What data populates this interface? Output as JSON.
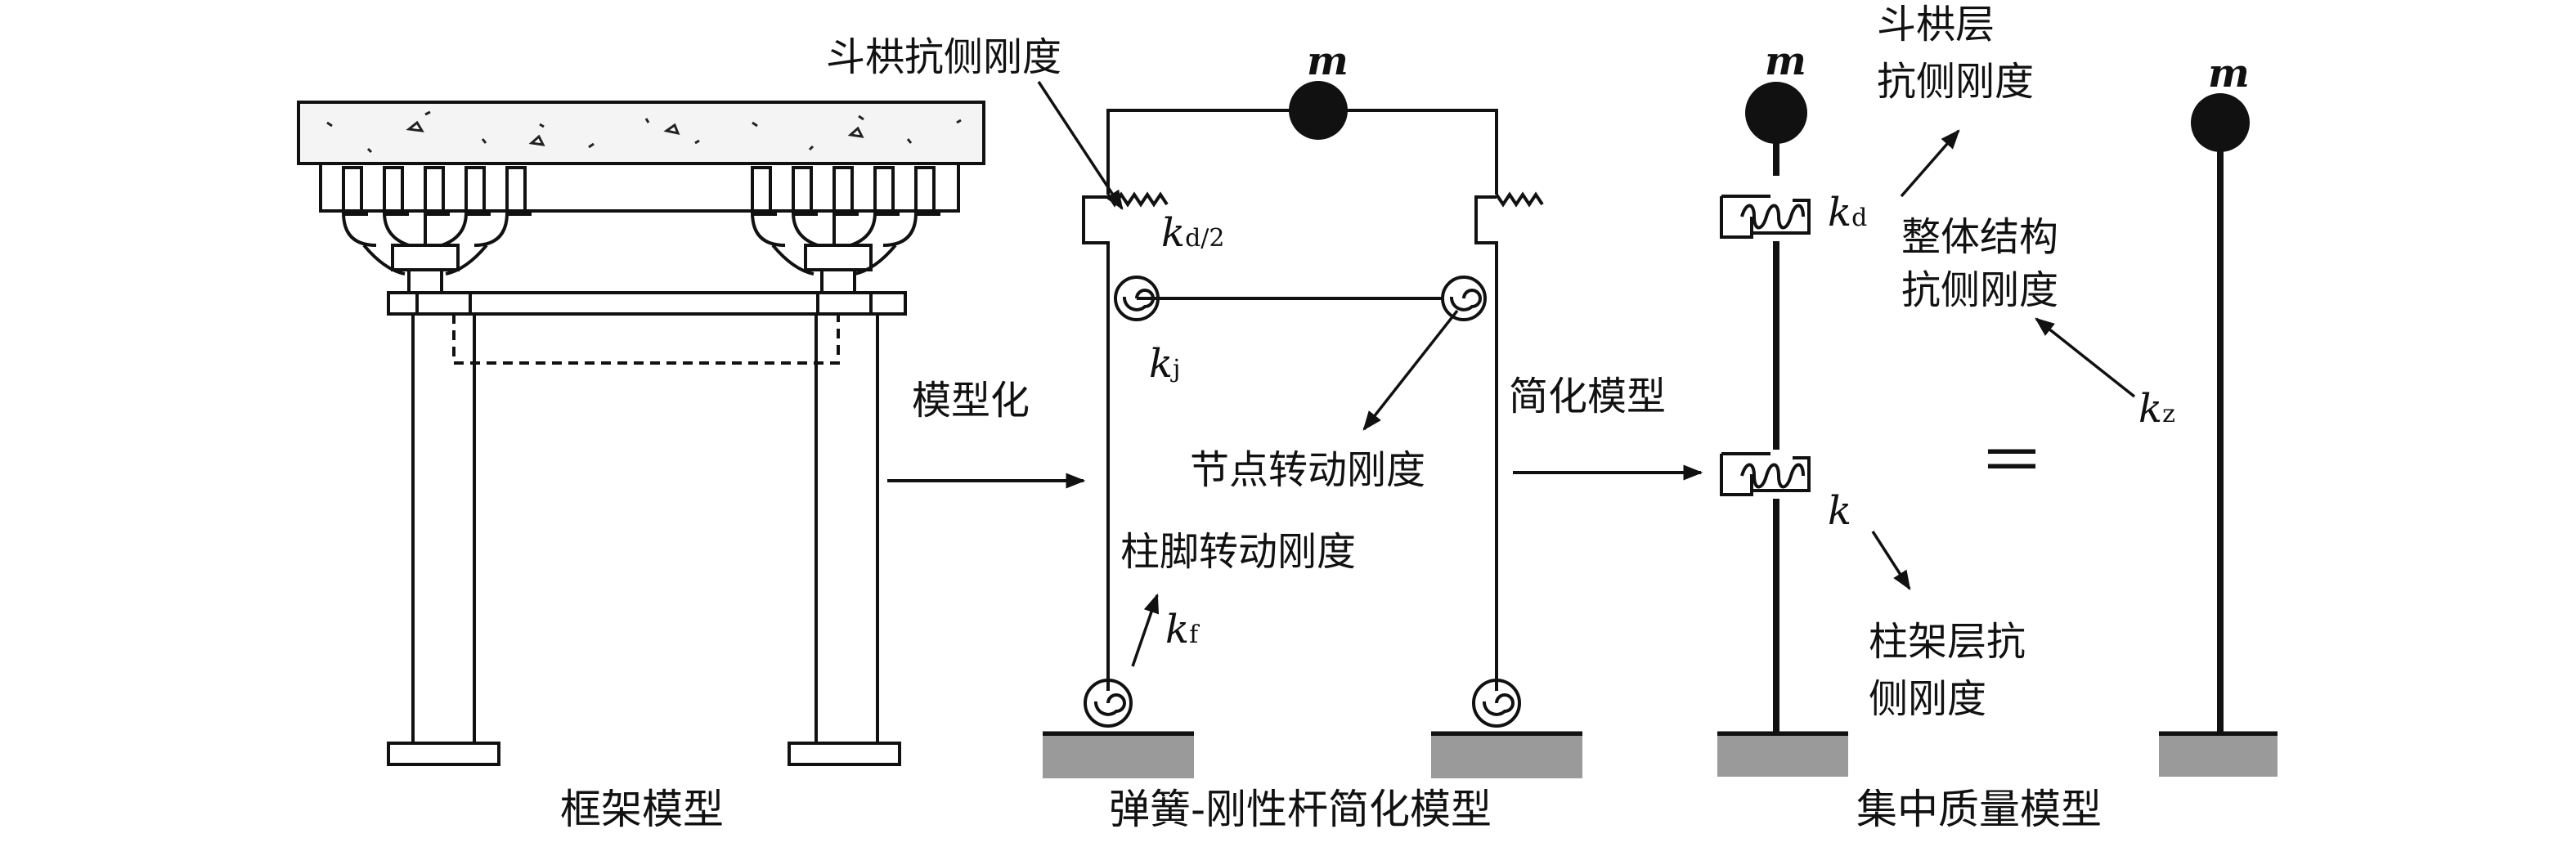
{
  "captions": {
    "frame_model": "框架模型",
    "spring_model": "弹簧-刚性杆简化模型",
    "lumped_model": "集中质量模型"
  },
  "arrows": {
    "modeling": "模型化",
    "simplify": "简化模型"
  },
  "labels": {
    "dougong_stiffness": "斗栱抗侧刚度",
    "dougong_layer_line1": "斗栱层",
    "dougong_layer_line2": "抗侧刚度",
    "joint_rotation": "节点转动刚度",
    "column_base_rotation": "柱脚转动刚度",
    "whole_structure_line1": "整体结构",
    "whole_structure_line2": "抗侧刚度",
    "column_frame_line1": "柱架层抗",
    "column_frame_line2": "侧刚度",
    "equals_sign": "＝"
  },
  "symbols": {
    "mass": "m",
    "k": "k",
    "sub_d_half": "d/2",
    "sub_j": "j",
    "sub_f": "f",
    "sub_d": "d",
    "sub_z": "z"
  },
  "colors": {
    "ink": "#111111",
    "ground": "#9a9a9a",
    "stipple": "#f2f2f2"
  }
}
